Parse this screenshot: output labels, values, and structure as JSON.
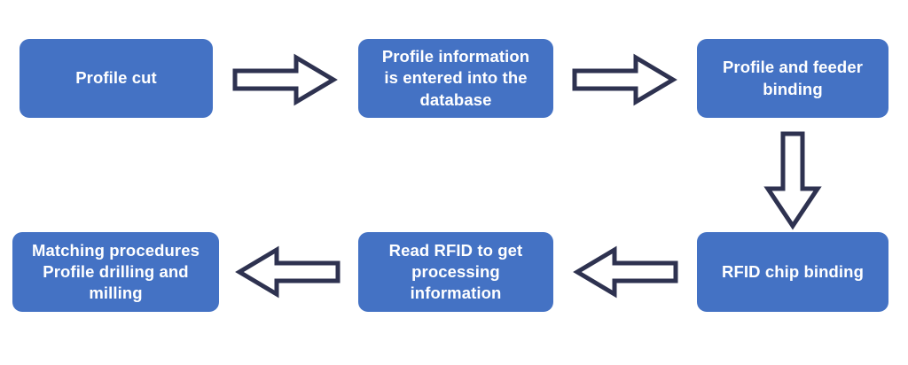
{
  "diagram": {
    "type": "process-flowchart",
    "title": "",
    "colors": {
      "node_fill": "#4472C4",
      "node_text": "#FFFFFF",
      "arrow_stroke": "#2E3250",
      "arrow_fill": "#FFFFFF",
      "background": "#FFFFFF"
    },
    "nodes": [
      {
        "id": "profile-cut",
        "label": "Profile cut",
        "row": "top",
        "order": 1
      },
      {
        "id": "profile-information-database",
        "label": "Profile information\nis entered into the\ndatabase",
        "row": "top",
        "order": 2
      },
      {
        "id": "profile-feeder-binding",
        "label": "Profile and feeder\nbinding",
        "row": "top",
        "order": 3
      },
      {
        "id": "rfid-chip-binding",
        "label": "RFID chip binding",
        "row": "bottom",
        "order": 4
      },
      {
        "id": "read-rfid-processing",
        "label": "Read RFID to get\nprocessing\ninformation",
        "row": "bottom",
        "order": 5
      },
      {
        "id": "matching-procedures-drilling-milling",
        "label": "Matching procedures\nProfile drilling and\nmilling",
        "row": "bottom",
        "order": 6
      }
    ],
    "connectors": [
      {
        "id": "arrow-1",
        "direction": "right",
        "from": "profile-cut",
        "to": "profile-information-database"
      },
      {
        "id": "arrow-2",
        "direction": "right",
        "from": "profile-information-database",
        "to": "profile-feeder-binding"
      },
      {
        "id": "arrow-3",
        "direction": "down",
        "from": "profile-feeder-binding",
        "to": "rfid-chip-binding"
      },
      {
        "id": "arrow-4",
        "direction": "left",
        "from": "rfid-chip-binding",
        "to": "read-rfid-processing"
      },
      {
        "id": "arrow-5",
        "direction": "left",
        "from": "read-rfid-processing",
        "to": "matching-procedures-drilling-milling"
      }
    ]
  }
}
